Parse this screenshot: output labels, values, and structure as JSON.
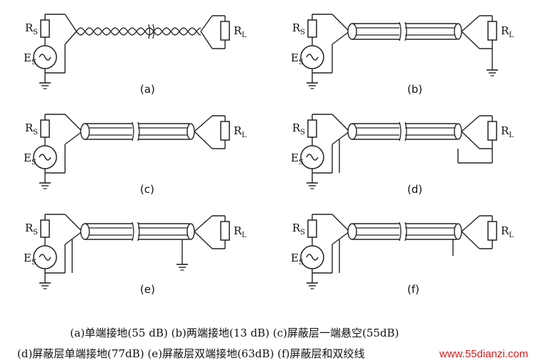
{
  "labels": {
    "rs": "R",
    "rs_sub": "S",
    "es": "E",
    "es_sub": "S",
    "rl": "R",
    "rl_sub": "L"
  },
  "panels": [
    {
      "id": "a",
      "tag": "(a)"
    },
    {
      "id": "b",
      "tag": "(b)"
    },
    {
      "id": "c",
      "tag": "(c)"
    },
    {
      "id": "d",
      "tag": "(d)"
    },
    {
      "id": "e",
      "tag": "(e)"
    },
    {
      "id": "f",
      "tag": "(f)"
    }
  ],
  "captions": {
    "line1": "(a)单端接地(55 dB)    (b)两端接地(13 dB)    (c)屏蔽层一端悬空(55dB)",
    "line2": "(d)屏蔽层单端接地(77dB)  (e)屏蔽层双端接地(63dB)  (f)屏蔽层和双绞线"
  },
  "watermark": "www.55dianzi.com"
}
